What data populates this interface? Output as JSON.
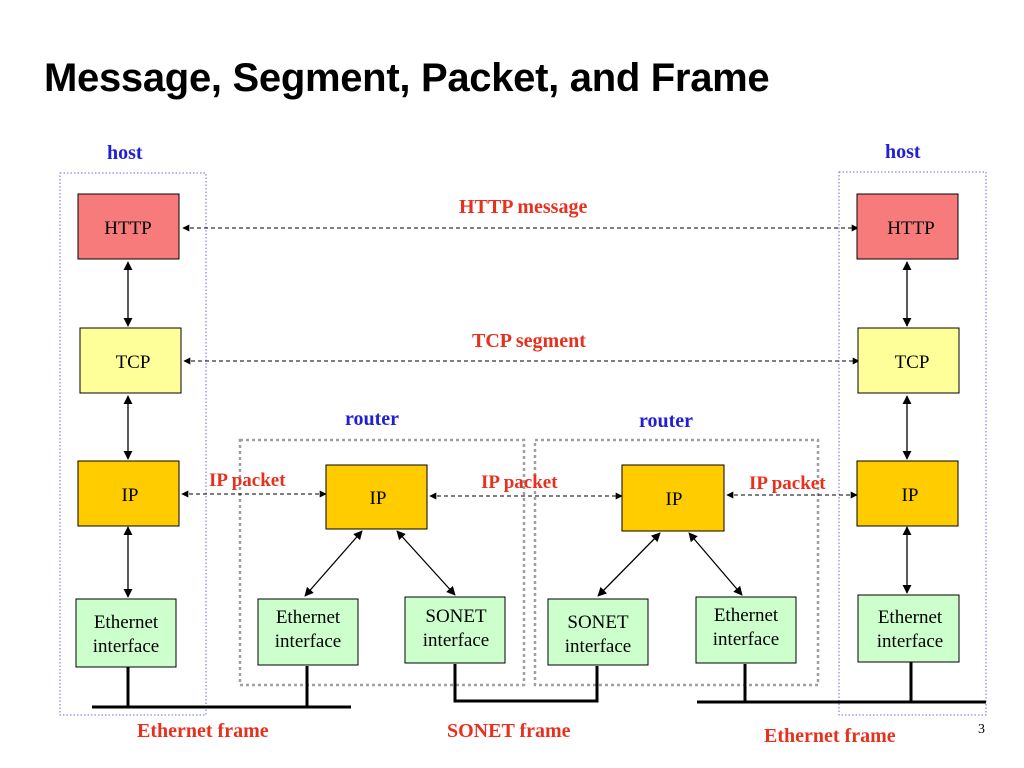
{
  "title": "Message, Segment, Packet, and Frame",
  "labels": {
    "host_left": "host",
    "host_right": "host",
    "router_left": "router",
    "router_right": "router",
    "http_message": "HTTP message",
    "tcp_segment": "TCP segment",
    "ip_packet_1": "IP packet",
    "ip_packet_2": "IP packet",
    "ip_packet_3": "IP packet",
    "ethernet_frame_left": "Ethernet frame",
    "sonet_frame": "SONET frame",
    "ethernet_frame_right": "Ethernet frame"
  },
  "boxes": {
    "http_left": "HTTP",
    "tcp_left": "TCP",
    "ip_left": "IP",
    "eth_left_1": "Ethernet",
    "eth_left_2": "interface",
    "http_right": "HTTP",
    "tcp_right": "TCP",
    "ip_right": "IP",
    "eth_right_1": "Ethernet",
    "eth_right_2": "interface",
    "r1_ip": "IP",
    "r1_eth_1": "Ethernet",
    "r1_eth_2": "interface",
    "r1_sonet_1": "SONET",
    "r1_sonet_2": "interface",
    "r2_ip": "IP",
    "r2_sonet_1": "SONET",
    "r2_sonet_2": "interface",
    "r2_eth_1": "Ethernet",
    "r2_eth_2": "interface"
  },
  "colors": {
    "http": "#f87b7b",
    "tcp": "#ffff99",
    "ip": "#ffcc00",
    "interface": "#ccffcc",
    "host_border": "#6666ff",
    "router_border": "#a0a0a0",
    "label_red": "#e8301e",
    "label_blue": "#1f1fd6"
  },
  "page_number": "3"
}
